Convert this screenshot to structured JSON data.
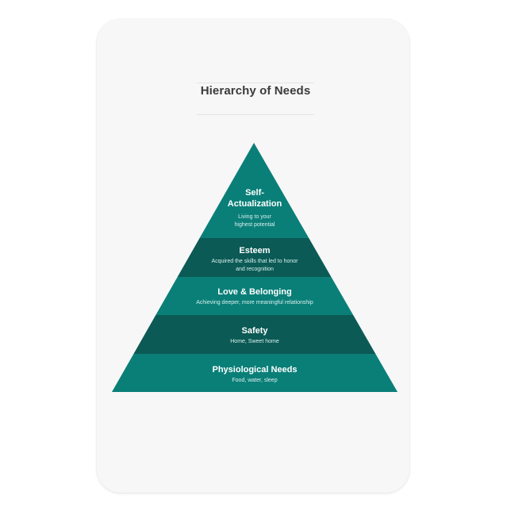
{
  "title": "Hierarchy of Needs",
  "colors": {
    "light_teal": "#0a7f78",
    "dark_teal": "#0b5a55",
    "card_bg": "#f7f7f7",
    "title_text": "#3b3b3b"
  },
  "pyramid": {
    "layers": [
      {
        "title": "Self-\nActualization",
        "title_line1": "Self-",
        "title_line2": "Actualization",
        "desc_line1": "Living to your",
        "desc_line2": "highest potential",
        "color": "light"
      },
      {
        "title": "Esteem",
        "desc_line1": "Acquired the skills that led to honor",
        "desc_line2": "and recognition",
        "color": "dark"
      },
      {
        "title": "Love & Belonging",
        "desc_line1": "Achieving deeper, more meaningful relationship",
        "color": "light"
      },
      {
        "title": "Safety",
        "desc_line1": "Home, Sweet home",
        "color": "dark"
      },
      {
        "title": "Physiological Needs",
        "desc_line1": "Food, water, sleep",
        "color": "light"
      }
    ]
  }
}
